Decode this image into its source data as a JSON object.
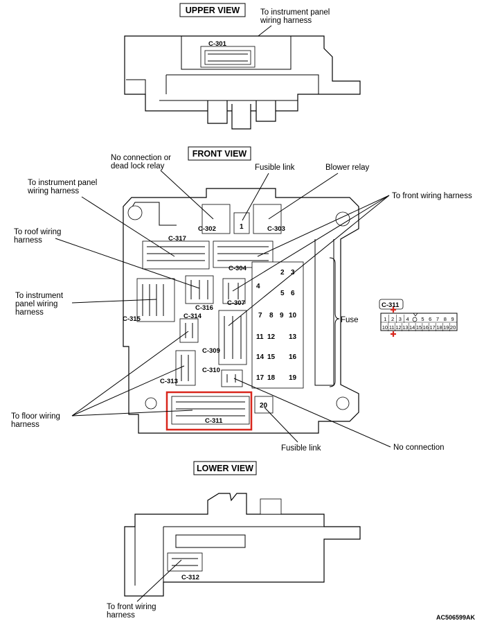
{
  "views": {
    "upper": "UPPER VIEW",
    "front": "FRONT VIEW",
    "lower": "LOWER VIEW"
  },
  "labels": {
    "ip_harness_top_1": "To instrument panel",
    "ip_harness_top_2": "wiring harness",
    "no_connection_1": "No connection or",
    "no_connection_2": "dead lock relay",
    "fusible_link_top": "Fusible link",
    "blower_relay": "Blower relay",
    "ip_harness_left_1": "To instrument panel",
    "ip_harness_left_2": "wiring harness",
    "front_harness_right": "To front wiring harness",
    "roof_harness_1": "To roof wiring",
    "roof_harness_2": "harness",
    "ip_harness_mid_1": "To instrument",
    "ip_harness_mid_2": "panel wiring",
    "ip_harness_mid_3": "harness",
    "fuse": "Fuse",
    "floor_harness_1": "To floor wiring",
    "floor_harness_2": "harness",
    "fusible_link_bottom": "Fusible link",
    "no_connection_bottom": "No connection",
    "front_harness_bottom_1": "To front wiring",
    "front_harness_bottom_2": "harness"
  },
  "connectors": {
    "c301": "C-301",
    "c302": "C-302",
    "c303": "C-303",
    "c317": "C-317",
    "c304": "C-304",
    "c316": "C-316",
    "c307": "C-307",
    "c315": "C-315",
    "c314": "C-314",
    "c309": "C-309",
    "c313": "C-313",
    "c310": "C-310",
    "c311": "C-311",
    "c312": "C-312",
    "c311_detail": "C-311"
  },
  "fuses": {
    "f1": "1",
    "f2": "2",
    "f3": "3",
    "f4": "4",
    "f5": "5",
    "f6": "6",
    "f7": "7",
    "f8": "8",
    "f9": "9",
    "f10": "10",
    "f11": "11",
    "f12": "12",
    "f13": "13",
    "f14": "14",
    "f15": "15",
    "f16": "16",
    "f17": "17",
    "f18": "18",
    "f19": "19",
    "f20": "20"
  },
  "c311_pins_top": [
    "1",
    "2",
    "3",
    "4",
    "5",
    "6",
    "7",
    "8",
    "9"
  ],
  "c311_pins_bottom": [
    "10",
    "11",
    "12",
    "13",
    "14",
    "15",
    "16",
    "17",
    "18",
    "19",
    "20"
  ],
  "footer_code": "AC506599AK",
  "colors": {
    "highlight": "#d9261c",
    "line": "#000000"
  }
}
